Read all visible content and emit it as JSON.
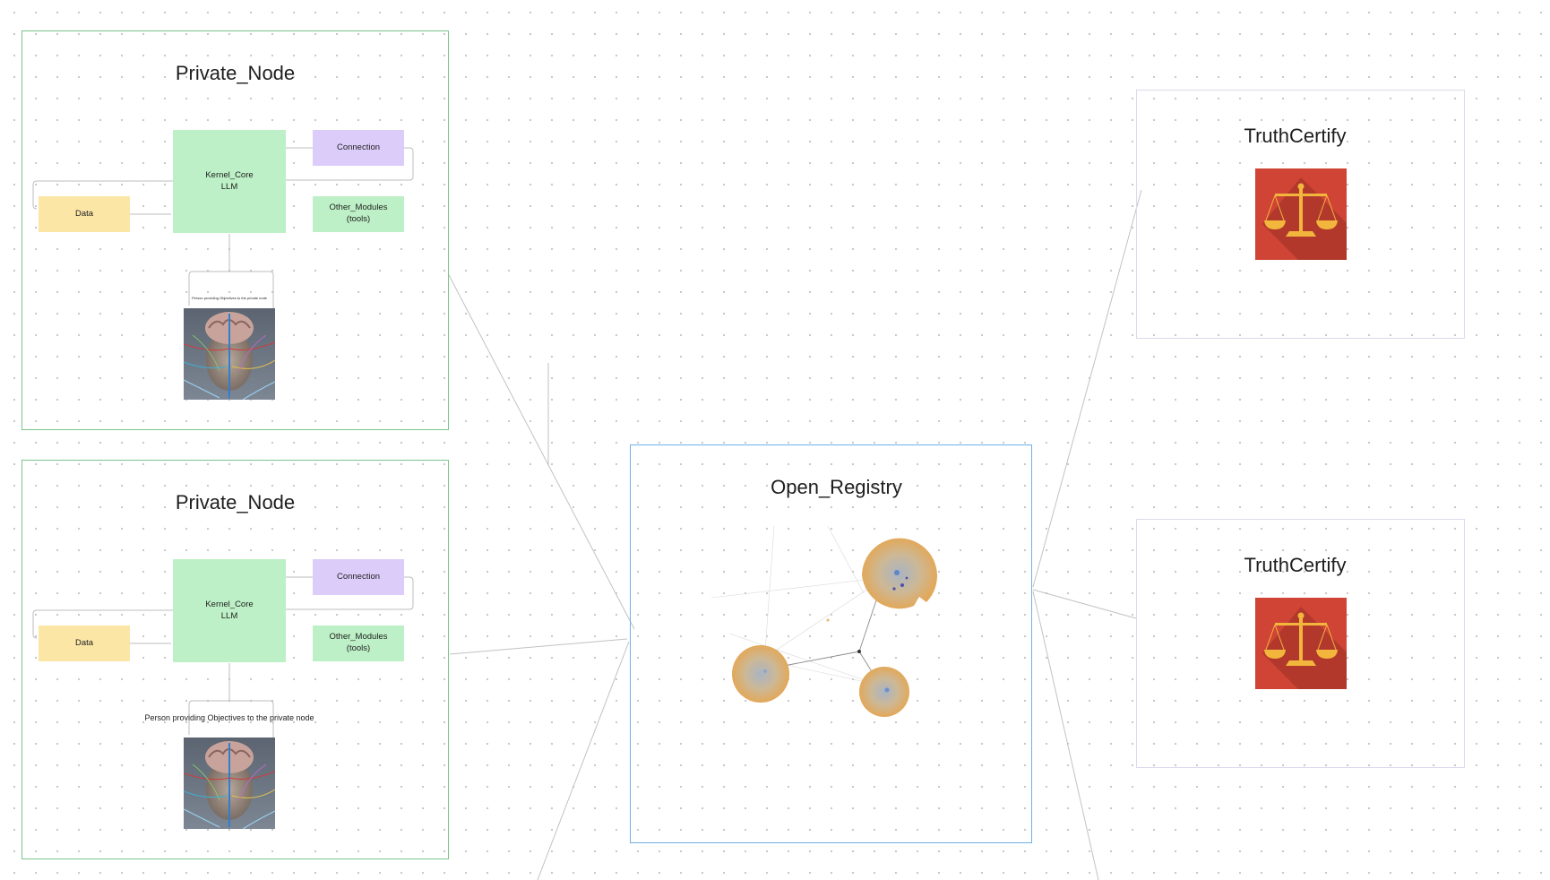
{
  "private_nodes": [
    {
      "title": "Private_Node",
      "kernel": {
        "line1": "Kernel_Core",
        "line2": "LLM"
      },
      "connection": "Connection",
      "modules": {
        "line1": "Other_Modules",
        "line2": "(tools)"
      },
      "data": "Data",
      "person_caption": "Person providing Objectives to the private node"
    },
    {
      "title": "Private_Node",
      "kernel": {
        "line1": "Kernel_Core",
        "line2": "LLM"
      },
      "connection": "Connection",
      "modules": {
        "line1": "Other_Modules",
        "line2": "(tools)"
      },
      "data": "Data",
      "person_caption": "Person providing Objectives to the private node"
    }
  ],
  "registry": {
    "title": "Open_Registry",
    "graph_image": "network-cluster-graph"
  },
  "certifiers": [
    {
      "title": "TruthCertify",
      "icon": "balance-scale-icon"
    },
    {
      "title": "TruthCertify",
      "icon": "balance-scale-icon"
    }
  ],
  "colors": {
    "private_frame": "#7bc48a",
    "registry_frame": "#6fb1e6",
    "certify_frame": "#dcd9ec",
    "kernel": "#bdf0c6",
    "connection": "#dcccfa",
    "modules": "#bdf0c6",
    "data": "#fbe6a6",
    "certify_tile": "#cf4435",
    "scale_gold": "#f2b63c"
  }
}
